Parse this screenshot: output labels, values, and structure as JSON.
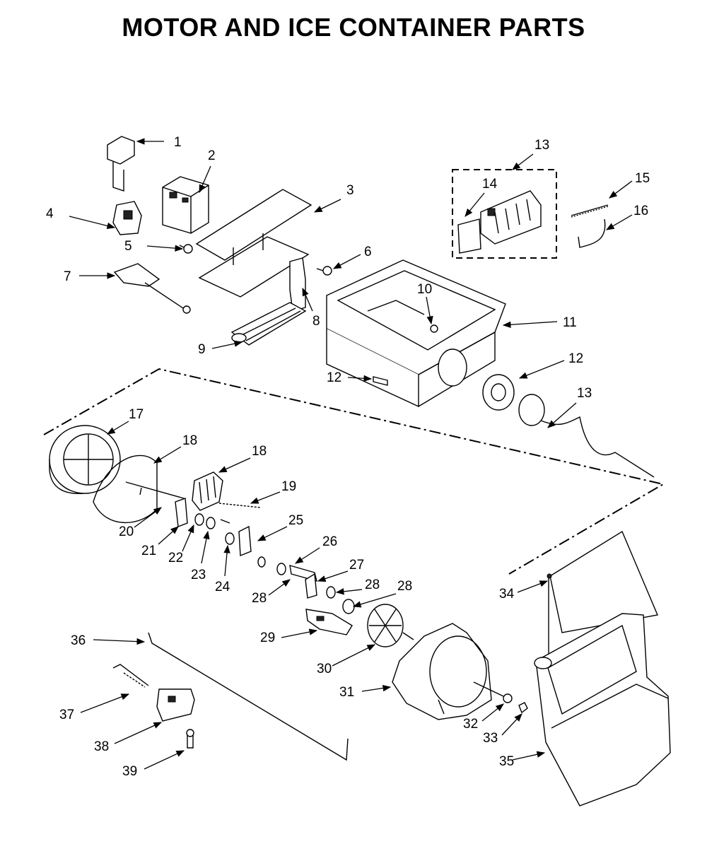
{
  "title": "MOTOR AND ICE CONTAINER PARTS",
  "callouts": [
    "1",
    "2",
    "3",
    "4",
    "5",
    "6",
    "7",
    "8",
    "9",
    "10",
    "11",
    "12",
    "12",
    "13",
    "13",
    "14",
    "15",
    "16",
    "17",
    "18",
    "18",
    "19",
    "20",
    "21",
    "22",
    "23",
    "24",
    "25",
    "26",
    "27",
    "28",
    "28",
    "28",
    "29",
    "30",
    "31",
    "32",
    "33",
    "34",
    "35",
    "36",
    "37",
    "38",
    "39"
  ]
}
